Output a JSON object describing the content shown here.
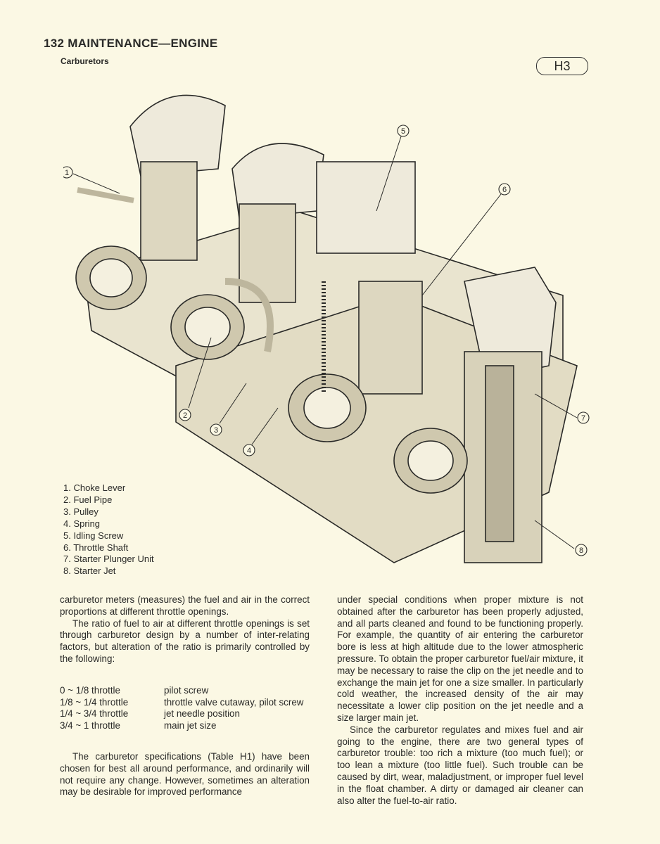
{
  "header": {
    "page_title": "132 MAINTENANCE—ENGINE",
    "section": "Carburetors",
    "badge": "H3"
  },
  "figure": {
    "callouts": [
      "1",
      "2",
      "3",
      "4",
      "5",
      "6",
      "7",
      "8"
    ],
    "legend": [
      "1. Choke Lever",
      "2. Fuel Pipe",
      "3. Pulley",
      "4. Spring",
      "5. Idling Screw",
      "6. Throttle Shaft",
      "7. Starter Plunger Unit",
      "8. Starter Jet"
    ]
  },
  "left_column": {
    "p1": "carburetor meters (measures) the fuel and air in the correct proportions at different throttle openings.",
    "p2": "The ratio of fuel to air at different throttle openings is set through carburetor design by a number of inter-relating factors, but alteration of the ratio is primarily controlled by the following:",
    "table": [
      {
        "range": "0 ~ 1/8 throttle",
        "control": "pilot screw"
      },
      {
        "range": "1/8 ~ 1/4 throttle",
        "control": "throttle valve cutaway, pilot screw"
      },
      {
        "range": "1/4 ~ 3/4 throttle",
        "control": "jet needle position"
      },
      {
        "range": "3/4 ~ 1 throttle",
        "control": "main jet size"
      }
    ],
    "p3": "The carburetor specifications (Table H1) have been chosen for best all around performance, and ordinarily will not require any change. However, sometimes an alteration may be desirable for improved performance"
  },
  "right_column": {
    "p1": "under special conditions when proper mixture is not obtained after the carburetor has been properly adjusted, and all parts cleaned and found to be functioning properly. For example, the quantity of air entering the carburetor bore is less at high altitude due to the lower atmospheric pressure. To obtain the proper carburetor fuel/air mixture, it may be necessary to raise the clip on the jet needle and to exchange the main jet for one a size smaller. In particularly cold weather, the increased density of the air may necessitate a lower clip position on the jet needle and a size larger main jet.",
    "p2": "Since the carburetor regulates and mixes fuel and air going to the engine, there are two general types of carburetor trouble: too rich a mixture (too much fuel); or too lean a mixture (too little fuel). Such trouble can be caused by dirt, wear, maladjustment, or improper fuel level in the float chamber. A dirty or damaged air cleaner can also alter the fuel-to-air ratio."
  }
}
